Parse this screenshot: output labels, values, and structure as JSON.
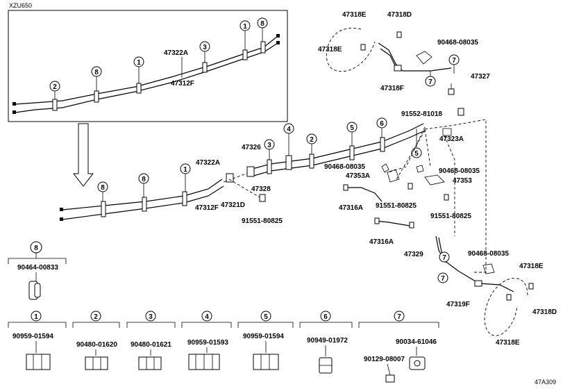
{
  "model_label": "XZU650",
  "figure_code": "47A309",
  "inset": {
    "part_labels": [
      "47322A",
      "47312F"
    ],
    "clamp_numbers": [
      "2",
      "8",
      "1",
      "3",
      "1",
      "8"
    ]
  },
  "main": {
    "clamp_numbers": [
      "8",
      "8",
      "1",
      "3",
      "4",
      "2",
      "5",
      "6",
      "5",
      "7",
      "7",
      "7"
    ],
    "part_labels": {
      "p47322A": "47322A",
      "p47312F": "47312F",
      "p47326": "47326",
      "p47328": "47328",
      "p47321D": "47321D",
      "p91551_a": "91551-80825",
      "p90468_a": "90468-08035",
      "p47353A": "47353A",
      "p91551_b": "91551-80825",
      "p47316A_a": "47316A",
      "p47316A_b": "47316A",
      "p90468_b": "90468-08035",
      "p47353": "47353",
      "p91551_c": "91551-80825",
      "p47323A": "47323A",
      "p91552": "91552-81018",
      "p47318E_a": "47318E",
      "p47318D_a": "47318D",
      "p47318E_b": "47318E",
      "p90468_c": "90468-08035",
      "p47327": "47327",
      "p47318F": "47318F",
      "p47329": "47329",
      "p90468_d": "90468-08035",
      "p47318E_c": "47318E",
      "p47319F": "47319F",
      "p47318D_b": "47318D",
      "p47318E_d": "47318E"
    }
  },
  "legend": [
    {
      "num": "8",
      "part": "90464-00833"
    },
    {
      "num": "1",
      "part": "90959-01594"
    },
    {
      "num": "2",
      "part": "90480-01620"
    },
    {
      "num": "3",
      "part": "90480-01621"
    },
    {
      "num": "4",
      "part": "90959-01593"
    },
    {
      "num": "5",
      "part": "90959-01594"
    },
    {
      "num": "6",
      "part": "90949-01972"
    },
    {
      "num": "7",
      "part": "90034-61046",
      "extra": "90129-08007"
    }
  ]
}
